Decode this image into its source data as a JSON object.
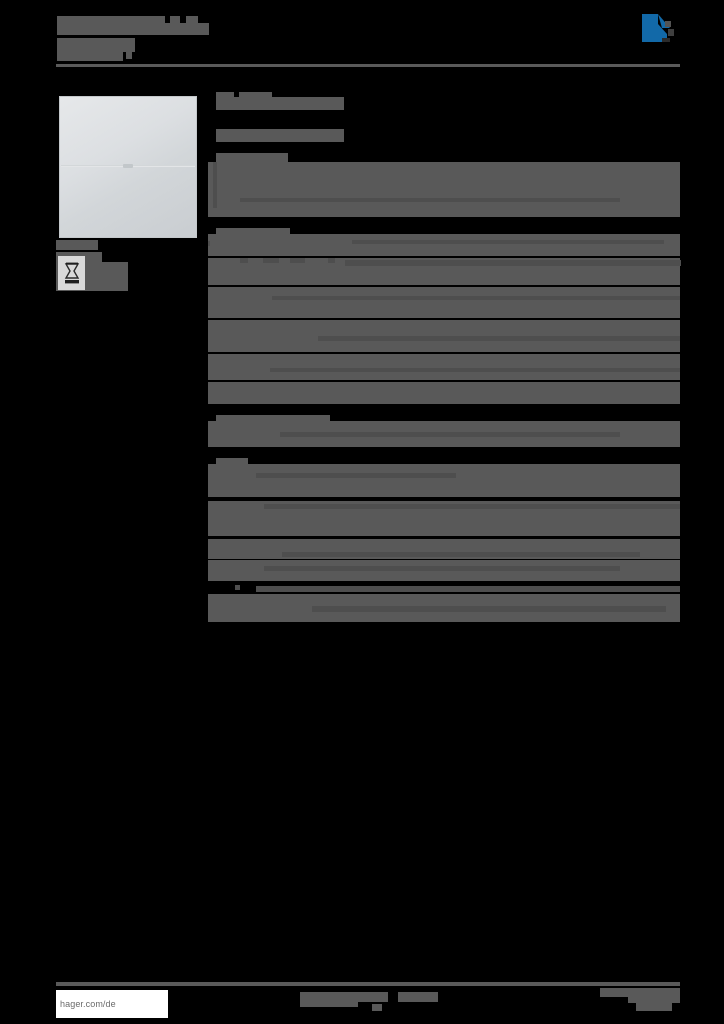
{
  "document": {
    "kind": "product-datasheet",
    "brand_logo": "hager-logo",
    "accent_color": "#1269a8",
    "redaction_color": "#595959",
    "page_background": "#000000"
  },
  "header": {
    "title_redacted": true,
    "subtitle_redacted": true,
    "rule_color": "#5a5a5a"
  },
  "media": {
    "product_image": {
      "alt": "product-photo-placeholder",
      "description_redacted": true
    },
    "caption_redacted": true,
    "icons": [
      {
        "name": "weee-crossed-out-wheelie-bin-icon",
        "label_redacted": true
      },
      {
        "name": "certification-mark-icon",
        "label_redacted": true
      }
    ]
  },
  "content": {
    "section_heading_redacted": true,
    "subheading_redacted": true,
    "sections": [
      {
        "name": "section-1",
        "rows_redacted": 4
      },
      {
        "name": "section-2",
        "rows_redacted": 2
      },
      {
        "name": "section-3",
        "rows_redacted": 9
      },
      {
        "name": "section-4",
        "rows_redacted": 2
      },
      {
        "name": "section-5",
        "rows_redacted": 10
      }
    ]
  },
  "footer": {
    "url": "hager.com/de",
    "center_text_redacted": true,
    "right_text_redacted": true,
    "rule_color": "#5a5a5a"
  }
}
